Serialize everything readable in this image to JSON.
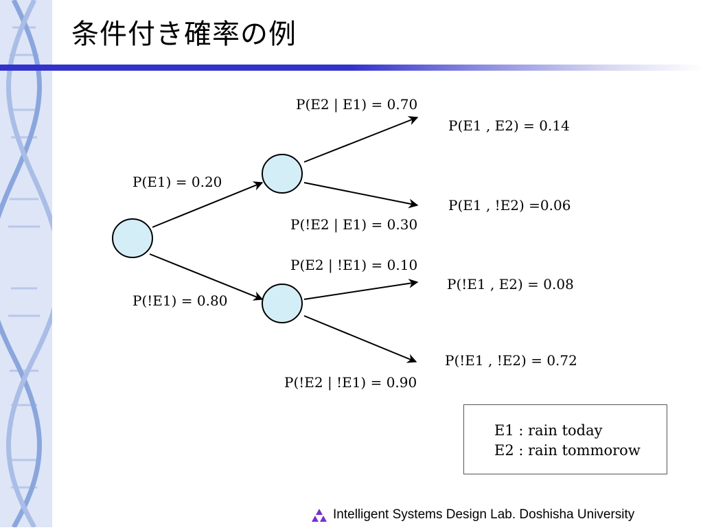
{
  "slide": {
    "title": "条件付き確率の例",
    "footer": "Intelligent Systems Design Lab. Doshisha University"
  },
  "tree": {
    "branch_labels": {
      "p_e1": "P(E1) = 0.20",
      "p_not_e1": "P(!E1) = 0.80",
      "p_e2_given_e1": "P(E2 | E1) = 0.70",
      "p_not_e2_given_e1": "P(!E2 | E1) = 0.30",
      "p_e2_given_not_e1": "P(E2 | !E1) = 0.10",
      "p_not_e2_given_not_e1": "P(!E2 | !E1) = 0.90"
    },
    "outcomes": {
      "e1_e2": "P(E1 , E2) = 0.14",
      "e1_not_e2": "P(E1 , !E2) =0.06",
      "not_e1_e2": "P(!E1 , E2) = 0.08",
      "not_e1_not_e2": "P(!E1 , !E2) = 0.72"
    }
  },
  "legend": {
    "e1": "E1 : rain today",
    "e2": "E2 : rain tommorow"
  },
  "colors": {
    "title_bar": "#3333cc",
    "node_fill": "#d4eef7",
    "side_strip": "#dde5f7"
  }
}
